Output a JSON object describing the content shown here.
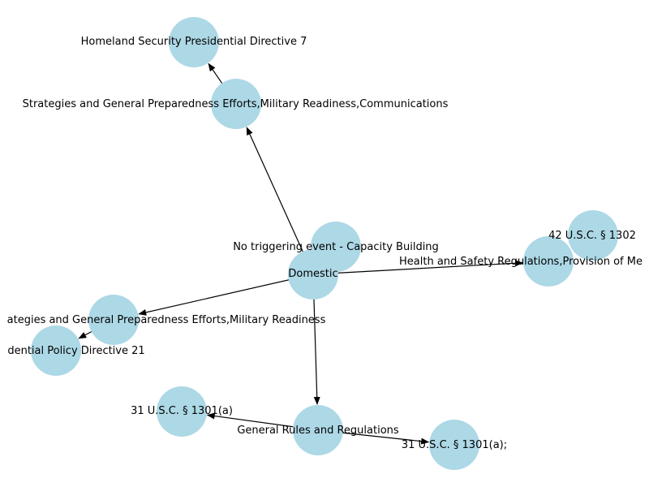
{
  "colors": {
    "node_fill": "#add8e6",
    "edge": "#000000",
    "background": "#ffffff"
  },
  "nodes": [
    {
      "id": "hspd7",
      "label": "Homeland Security Presidential Directive 7"
    },
    {
      "id": "strat_comm",
      "label": "Strategies and General Preparedness Efforts,Military Readiness,Communications"
    },
    {
      "id": "no_trigger",
      "label": "No triggering event - Capacity Building"
    },
    {
      "id": "usc1302",
      "label": "42 U.S.C. § 1302"
    },
    {
      "id": "health",
      "label": "Health and Safety Regulations,Provision of Me"
    },
    {
      "id": "domestic",
      "label": "Domestic"
    },
    {
      "id": "strat_mil",
      "label": "ategies and General Preparedness Efforts,Military Readiness"
    },
    {
      "id": "ppd21",
      "label": "dential Policy Directive 21"
    },
    {
      "id": "usc1301a",
      "label": "31 U.S.C. § 1301(a)"
    },
    {
      "id": "general",
      "label": "General Rules and Regulations"
    },
    {
      "id": "usc1301a_semi",
      "label": "31 U.S.C. § 1301(a);"
    }
  ],
  "edges": [
    {
      "from": "strat_comm",
      "to": "hspd7"
    },
    {
      "from": "domestic",
      "to": "strat_comm"
    },
    {
      "from": "domestic",
      "to": "health"
    },
    {
      "from": "domestic",
      "to": "strat_mil"
    },
    {
      "from": "strat_mil",
      "to": "ppd21"
    },
    {
      "from": "domestic",
      "to": "general"
    },
    {
      "from": "general",
      "to": "usc1301a"
    },
    {
      "from": "general",
      "to": "usc1301a_semi"
    }
  ]
}
